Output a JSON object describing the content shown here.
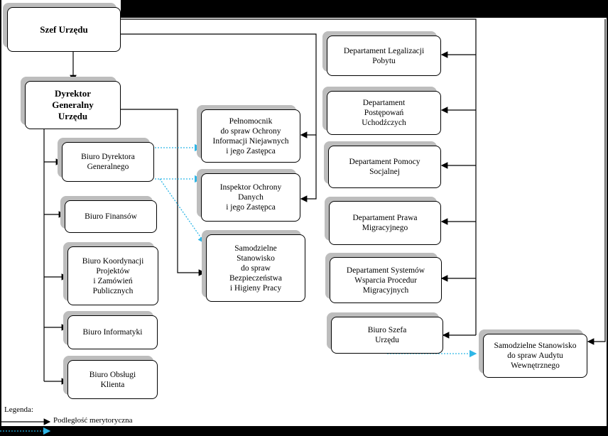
{
  "nodes": {
    "szef": "Szef Urzędu",
    "dyrektor": "Dyrektor\nGeneralny\nUrzędu",
    "biuro_dyrektora": "Biuro Dyrektora\nGeneralnego",
    "biuro_finansow": "Biuro Finansów",
    "biuro_koordynacji": "Biuro Koordynacji\nProjektów\ni Zamówień\nPublicznych",
    "biuro_informatyki": "Biuro Informatyki",
    "biuro_obslugi": "Biuro Obsługi\nKlienta",
    "pelnomocnik": "Pełnomocnik\ndo spraw Ochrony\nInformacji Niejawnych\ni jego Zastępca",
    "inspektor": "Inspektor Ochrony\nDanych\ni jego Zastępca",
    "samodzielne_bhp": "Samodzielne\nStanowisko\ndo spraw\nBezpieczeństwa\ni Higieny Pracy",
    "dep_legalizacji": "Departament Legalizacji\nPobytu",
    "dep_postepowan": "Departament\nPostępowań\nUchodźczych",
    "dep_pomocy": "Departament Pomocy\nSocjalnej",
    "dep_prawa": "Departament Prawa\nMigracyjnego",
    "dep_systemow": "Departament Systemów\nWsparcia Procedur\nMigracyjnych",
    "biuro_szefa": "Biuro Szefa\nUrzędu",
    "audyt": "Samodzielne Stanowisko\ndo spraw Audytu\nWewnętrznego"
  },
  "legend": {
    "title": "Legenda:",
    "solid_label": "Podległość merytoryczna"
  },
  "colors": {
    "line": "#000000",
    "dotted": "#2fb6e6",
    "shadow": "#bdbdbd"
  }
}
